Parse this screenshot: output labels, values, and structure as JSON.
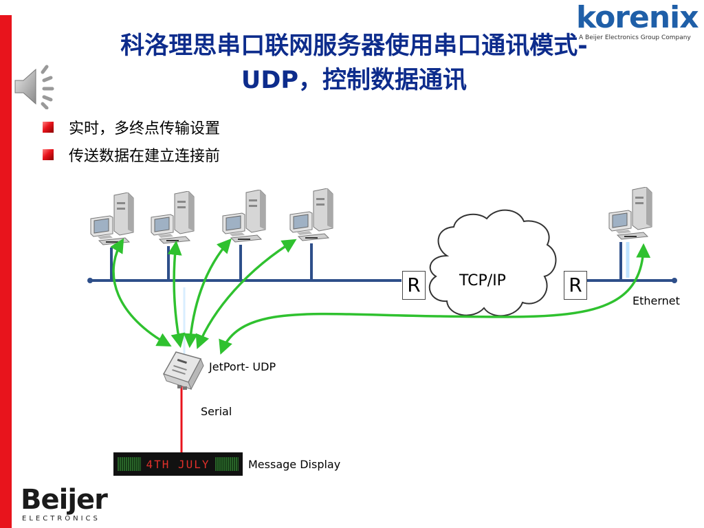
{
  "title": {
    "line1": "科洛理思串口联网服务器使用串口通讯模式-",
    "line2": "UDP，控制数据通讯"
  },
  "bullets": [
    "实时，多终点传输设置",
    "传送数据在建立连接前"
  ],
  "logos": {
    "korenix": "korenix",
    "korenix_tagline": "A Beijer Electronics Group Company",
    "beijer": "Beijer",
    "beijer_sub": "ELECTRONICS"
  },
  "diagram": {
    "cloud_label": "TCP/IP",
    "router_left": "R",
    "router_right": "R",
    "ethernet_label": "Ethernet",
    "device_label": "JetPort- UDP",
    "serial_label": "Serial",
    "display_label": "Message Display",
    "display_text": "4TH JULY"
  },
  "colors": {
    "title": "#0d2c8c",
    "accent_red": "#e8141c",
    "network_line": "#2e4f8a",
    "arrow_green": "#2fc12f",
    "serial_line": "#e8141c"
  }
}
